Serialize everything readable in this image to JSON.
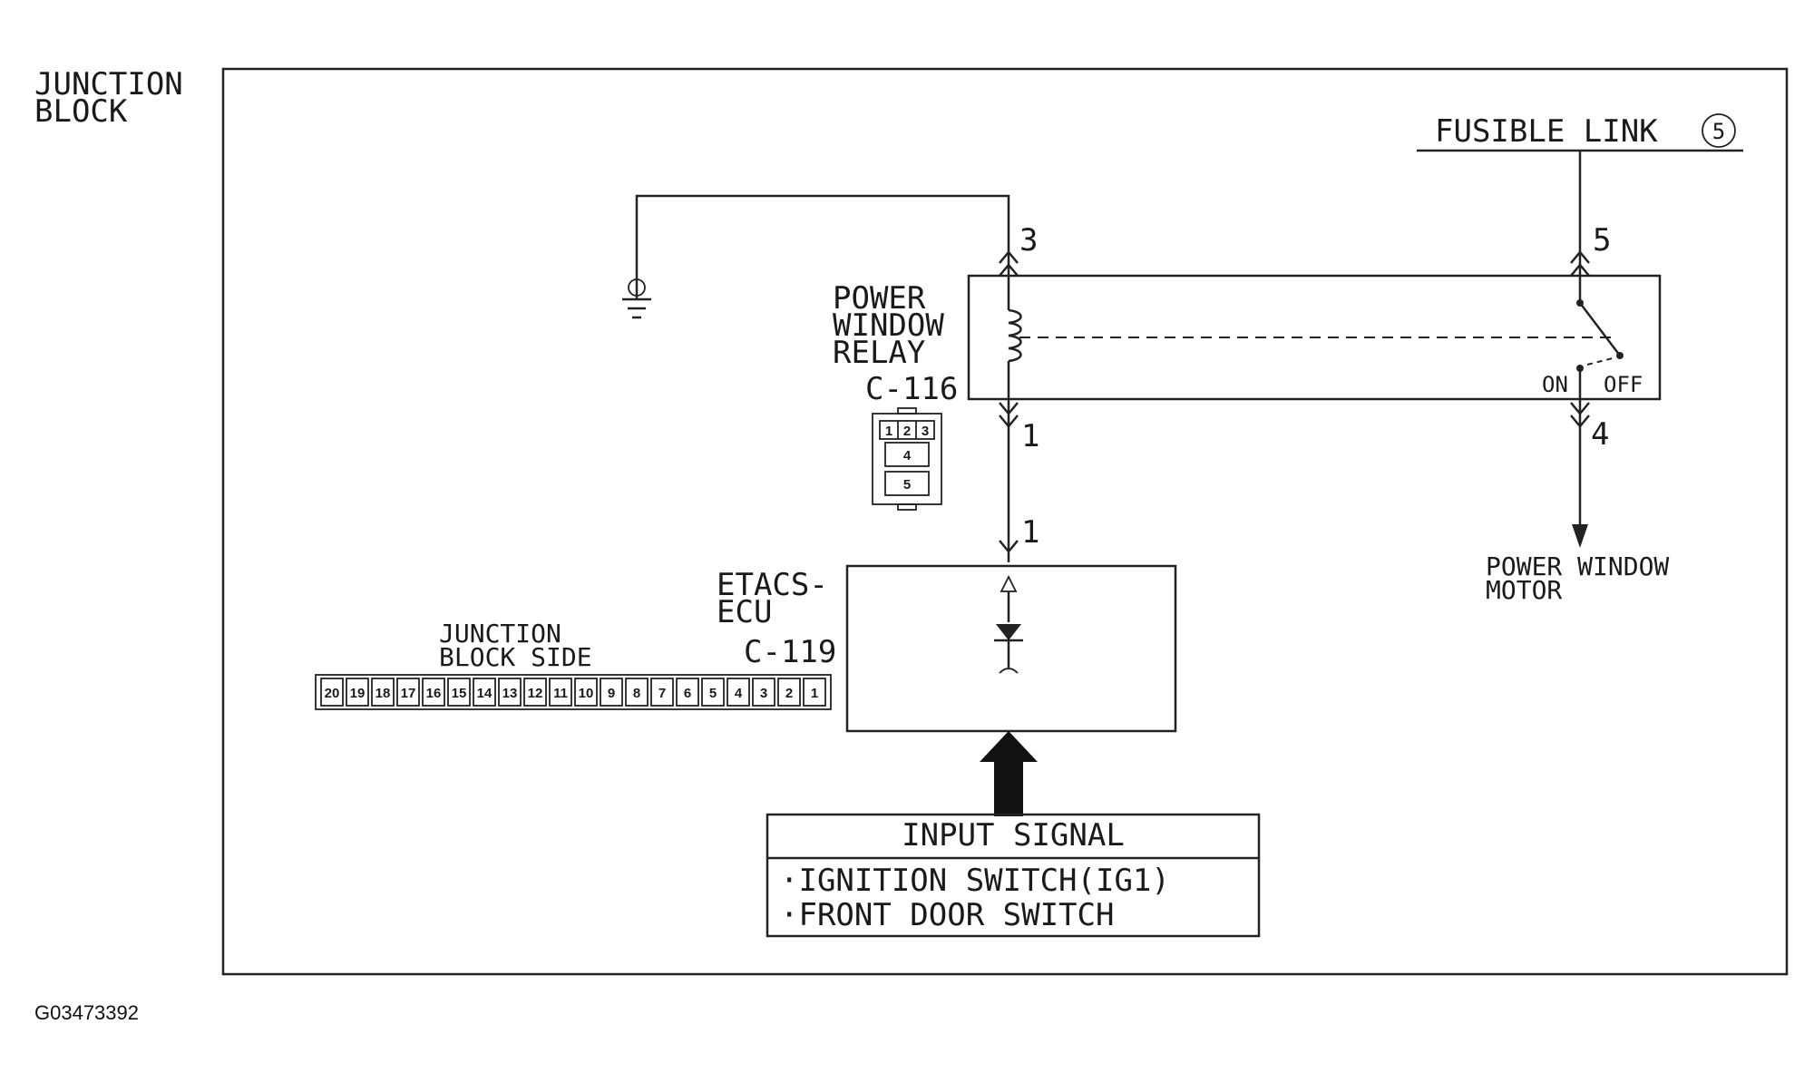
{
  "junction_block_label": [
    "JUNCTION",
    "BLOCK"
  ],
  "fusible_link": {
    "label": "FUSIBLE LINK",
    "number": "5"
  },
  "relay": {
    "name": [
      "POWER",
      "WINDOW",
      "RELAY"
    ],
    "connector": "C-116",
    "terminals": {
      "t3": "3",
      "t1": "1",
      "t5": "5",
      "t4": "4"
    },
    "switch_states": {
      "on": "ON",
      "off": "OFF"
    },
    "connector_pins": [
      "1",
      "2",
      "3",
      "4",
      "5"
    ]
  },
  "ecu": {
    "name": [
      "ETACS-",
      "ECU"
    ],
    "connector": "C-119",
    "terminal": "1"
  },
  "junction_block_side": {
    "label": [
      "JUNCTION",
      "BLOCK SIDE"
    ],
    "pins": [
      "20",
      "19",
      "18",
      "17",
      "16",
      "15",
      "14",
      "13",
      "12",
      "11",
      "10",
      "9",
      "8",
      "7",
      "6",
      "5",
      "4",
      "3",
      "2",
      "1"
    ]
  },
  "power_window_motor": [
    "POWER WINDOW",
    "MOTOR"
  ],
  "input_signal": {
    "title": "INPUT SIGNAL",
    "items": [
      "·IGNITION SWITCH(IG1)",
      "·FRONT DOOR SWITCH"
    ]
  },
  "figure_id": "G03473392"
}
